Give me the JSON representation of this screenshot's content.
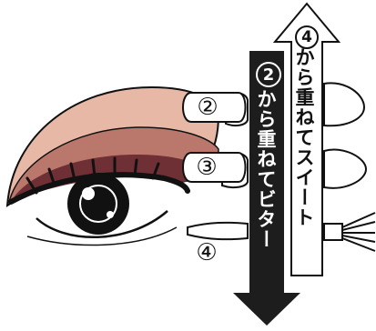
{
  "colors": {
    "shadow_light": "#e8b8a6",
    "shadow_mid": "#b9786b",
    "shadow_dark": "#6e2f35",
    "ink": "#111111",
    "arrow_dark": "#1d1d1d"
  },
  "labels": {
    "sweet_arrow_number": "4",
    "sweet_arrow_text": "から重ねてスイート",
    "bitter_arrow_number": "2",
    "bitter_arrow_text": "から重ねてビター",
    "step_2": "②",
    "step_3": "③",
    "step_4": "④"
  },
  "icons": {
    "brush_tip": "brush-tip-icon",
    "fan_brush": "fan-brush-icon"
  }
}
